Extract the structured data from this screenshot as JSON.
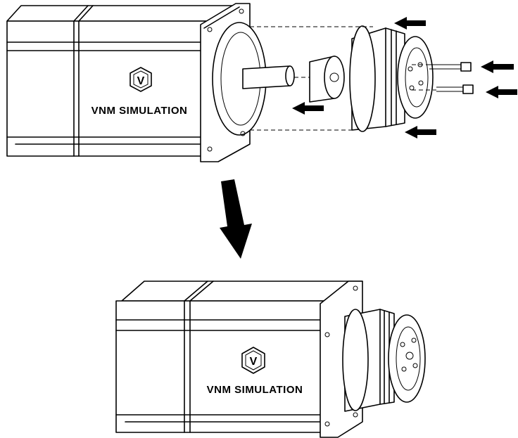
{
  "diagram": {
    "brand_label_top": "VNM SIMULATION",
    "brand_label_bottom": "VNM SIMULATION",
    "logo_letter": "V",
    "colors": {
      "ink": "#000000",
      "paper": "#ffffff"
    }
  }
}
